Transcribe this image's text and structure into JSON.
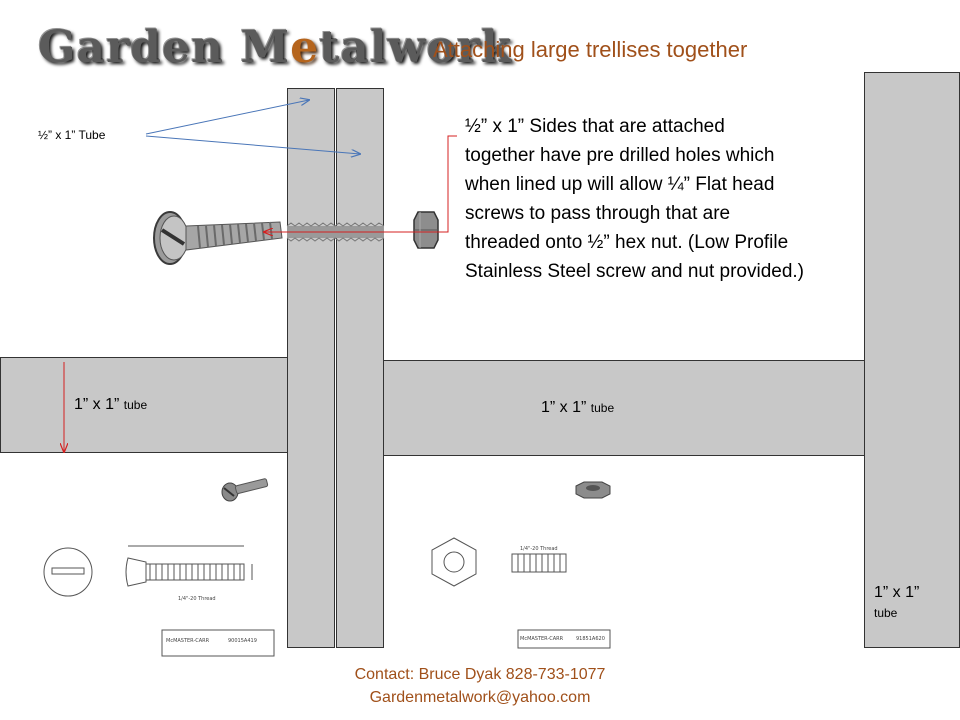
{
  "header": {
    "logo_word1": "Garden",
    "logo_word2_a": "M",
    "logo_word2_accent": "e",
    "logo_word2_b": "talwork",
    "title": "Attaching large trellises together"
  },
  "labels": {
    "half_tube": "½” x 1” Tube",
    "left_tube_main": "1” x 1”",
    "left_tube_suffix": "tube",
    "mid_tube_main": "1” x 1”",
    "mid_tube_suffix": "tube",
    "right_tube_main": "1” x 1”",
    "right_tube_suffix": "tube"
  },
  "note": {
    "lines": [
      "½” x 1” Sides that are attached",
      "together have pre drilled holes which",
      "when lined up will allow  ¼”  Flat head",
      "screws to pass through that are",
      "threaded onto ½” hex nut.  (Low Profile",
      "Stainless Steel screw and nut provided.)"
    ]
  },
  "spec_sheets": {
    "screw_part": "90015A419",
    "screw_brand": "McMASTER-CARR",
    "screw_thread": "1/4\"-20 Thread",
    "nut_part": "91851A620",
    "nut_brand": "McMASTER-CARR",
    "nut_thread": "1/4\"-20 Thread"
  },
  "contact": {
    "line1": "Contact:   Bruce Dyak   828-733-1077",
    "line2": "Gardenmetalwork@yahoo.com"
  },
  "colors": {
    "tube_fill": "#c8c8c8",
    "accent": "#a0501a",
    "arrow_blue": "#4a76b8",
    "arrow_red": "#d42020"
  }
}
